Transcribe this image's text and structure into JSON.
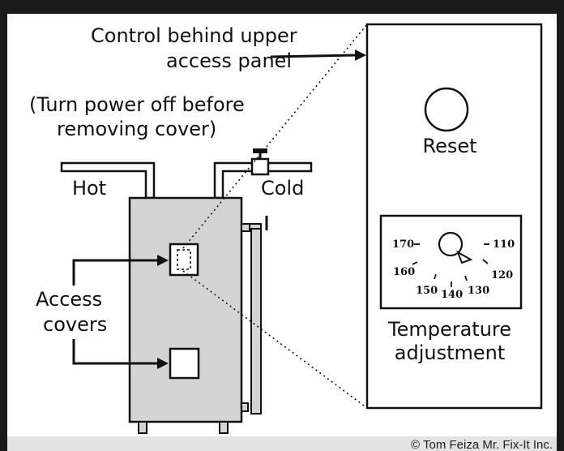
{
  "header": {
    "title": "Electric Water Heater Temperature Control"
  },
  "labels": {
    "control_line1": "Control behind upper",
    "control_line2": "access panel",
    "warning_line1": "(Turn power off before",
    "warning_line2": "removing cover)",
    "hot": "Hot",
    "cold": "Cold",
    "access_line1": "Access",
    "access_line2": "covers",
    "reset": "Reset",
    "temp_line1": "Temperature",
    "temp_line2": "adjustment"
  },
  "dial": {
    "ticks": [
      "170",
      "160",
      "150",
      "140",
      "130",
      "120",
      "110"
    ]
  },
  "footer": {
    "credit": "© Tom Feiza Mr. Fix-It Inc."
  },
  "colors": {
    "frame": "#1a1a1a",
    "heater": "#d4d4d4",
    "footer_bg": "#e3e3e3"
  }
}
